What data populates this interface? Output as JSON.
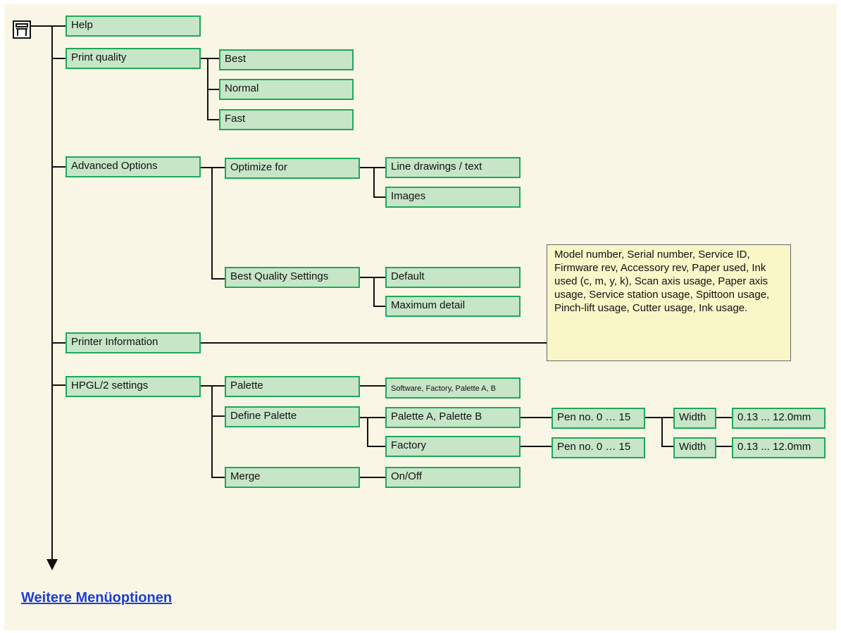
{
  "menu": {
    "help": "Help",
    "print_quality": {
      "label": "Print quality",
      "options": [
        "Best",
        "Normal",
        "Fast"
      ]
    },
    "advanced_options": {
      "label": "Advanced Options",
      "optimize_for": {
        "label": "Optimize for",
        "options": [
          "Line drawings / text",
          "Images"
        ]
      },
      "best_quality_settings": {
        "label": "Best Quality Settings",
        "options": [
          "Default",
          "Maximum detail"
        ]
      }
    },
    "printer_information": {
      "label": "Printer Information",
      "details": "Model number, Serial number, Service ID, Firmware rev, Accessory rev, Paper used, Ink used (c, m, y, k), Scan axis usage, Paper axis usage, Service station usage, Spittoon usage, Pinch-lift usage, Cutter usage, Ink usage."
    },
    "hpgl2_settings": {
      "label": "HPGL/2 settings",
      "palette": {
        "label": "Palette",
        "options": "Software, Factory, Palette A, B"
      },
      "define_palette": {
        "label": "Define Palette",
        "palette_ab": "Palette A, Palette B",
        "factory": "Factory",
        "pen_no": "Pen no. 0 … 15",
        "width_label": "Width",
        "width_range": "0.13 ... 12.0mm"
      },
      "merge": {
        "label": "Merge",
        "value": "On/Off"
      }
    }
  },
  "more_menu_link": "Weitere Menüoptionen",
  "colors": {
    "box_fill": "#c7e6c8",
    "box_border": "#1ea85a",
    "info_fill": "#f9f6c8",
    "background": "#faf6e6",
    "link": "#1a3fd6"
  },
  "icons": [
    "printer-icon",
    "arrow-down-icon"
  ]
}
